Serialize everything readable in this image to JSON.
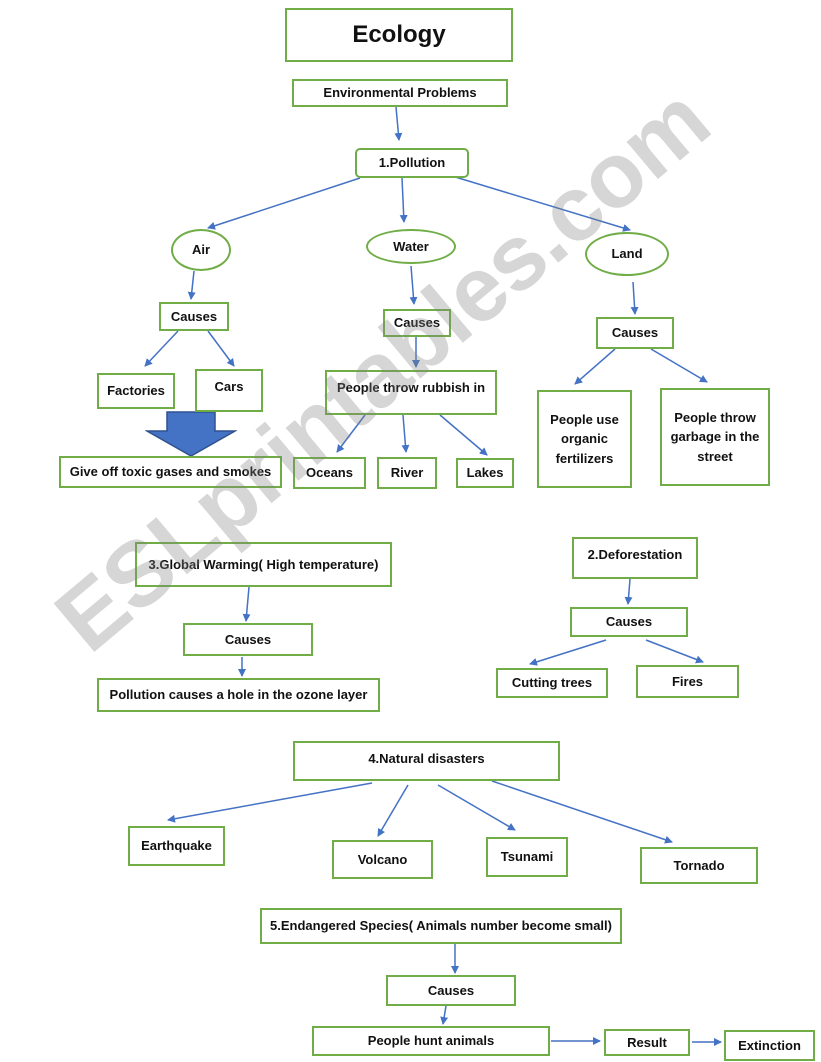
{
  "title": "Ecology",
  "subtitle": "Environmental Problems",
  "pollution": {
    "label": "1.Pollution",
    "air": {
      "label": "Air",
      "causes": "Causes",
      "factories": "Factories",
      "cars": "Cars",
      "effect": "Give off toxic gases and smokes"
    },
    "water": {
      "label": "Water",
      "causes": "Causes",
      "rubbish": "People throw rubbish in",
      "oceans": "Oceans",
      "river": "River",
      "lakes": "Lakes"
    },
    "land": {
      "label": "Land",
      "causes": "Causes",
      "fertilizers": "People use organic fertilizers",
      "garbage": "People throw garbage in the street"
    }
  },
  "deforestation": {
    "label": "2.Deforestation",
    "causes": "Causes",
    "cutting": "Cutting trees",
    "fires": "Fires"
  },
  "global_warming": {
    "label": "3.Global Warming( High temperature)",
    "causes": "Causes",
    "ozone": "Pollution causes a hole in the ozone layer"
  },
  "natural_disasters": {
    "label": "4.Natural disasters",
    "earthquake": "Earthquake",
    "volcano": "Volcano",
    "tsunami": "Tsunami",
    "tornado": "Tornado"
  },
  "endangered": {
    "label": "5.Endangered Species( Animals number become small)",
    "causes": "Causes",
    "hunt": "People hunt animals",
    "result": "Result",
    "extinction": "Extinction"
  },
  "watermark": "ESLprintables.com",
  "colors": {
    "box_border": "#70ad47",
    "arrow": "#4472c4",
    "big_arrow_fill": "#4472c4",
    "watermark": "#828282"
  }
}
